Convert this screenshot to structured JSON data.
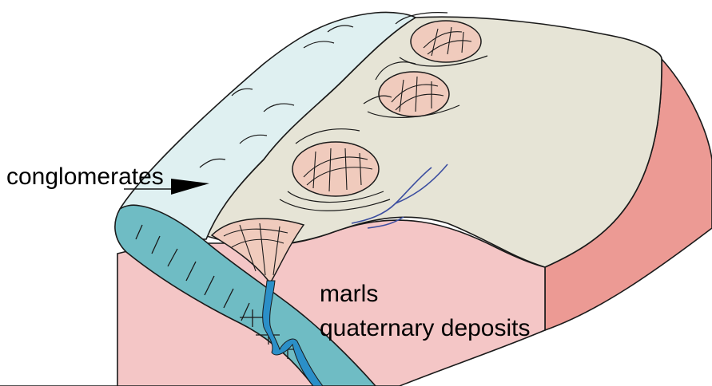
{
  "labels": {
    "conglomerates": "conglomerates",
    "marls": "marls",
    "quaternary": "quaternary deposits"
  },
  "colors": {
    "conglomerate_top": "#dff0f1",
    "conglomerate_section": "#6fbcc4",
    "plateau": "#e6e4d6",
    "marl_section": "#f4c6c6",
    "marl_side": "#ec9a94",
    "scar": "#f0cbbd",
    "stream": "#2b8fc8",
    "drainage": "#3c4ea0",
    "outline": "#1a1a1a"
  }
}
